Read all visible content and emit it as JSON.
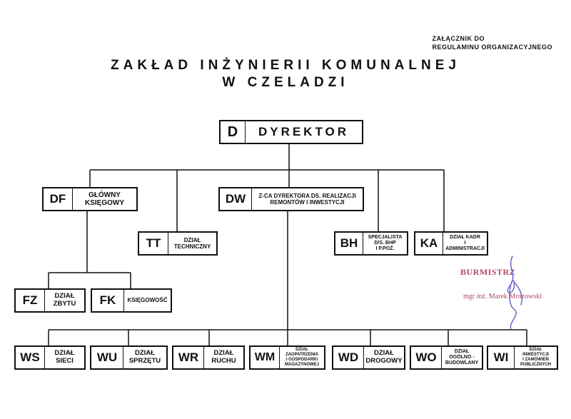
{
  "annex": {
    "line1": "ZAŁĄCZNIK DO",
    "line2": "REGULAMINU ORGANIZACYJNEGO"
  },
  "title": {
    "line1": "ZAKŁAD INŻYNIERII KOMUNALNEJ",
    "line2": "W CZELADZI"
  },
  "units": {
    "D": {
      "code": "D",
      "name": "DYREKTOR"
    },
    "DF": {
      "code": "DF",
      "name": [
        "GŁÓWNY",
        "KSIĘGOWY"
      ]
    },
    "DW": {
      "code": "DW",
      "name": [
        "Z-CA DYREKTORA DS. REALIZACJI",
        "REMONTÓW I INWESTYCJI"
      ]
    },
    "TT": {
      "code": "TT",
      "name": [
        "DZIAŁ",
        "TECHNICZNY"
      ]
    },
    "BH": {
      "code": "BH",
      "name": [
        "SPECJALISTA",
        "D/S. BHP",
        "I P.POŻ."
      ]
    },
    "KA": {
      "code": "KA",
      "name": [
        "DZIAŁ KADR",
        "I ADMINISTRACJI"
      ]
    },
    "FZ": {
      "code": "FZ",
      "name": [
        "DZIAŁ",
        "ZBYTU"
      ]
    },
    "FK": {
      "code": "FK",
      "name": [
        "KSIĘGOWOŚĆ"
      ]
    },
    "WS": {
      "code": "WS",
      "name": [
        "DZIAŁ",
        "SIECI"
      ]
    },
    "WU": {
      "code": "WU",
      "name": [
        "DZIAŁ",
        "SPRZĘTU"
      ]
    },
    "WR": {
      "code": "WR",
      "name": [
        "DZIAŁ",
        "RUCHU"
      ]
    },
    "WM": {
      "code": "WM",
      "name": [
        "DZIAŁ",
        "ZAOPATRZENIA",
        "I GOSPODARKI",
        "MAGAZYNOWEJ"
      ]
    },
    "WD": {
      "code": "WD",
      "name": [
        "DZIAŁ",
        "DROGOWY"
      ]
    },
    "WO": {
      "code": "WO",
      "name": [
        "DZIAŁ",
        "OGÓLNO -",
        "BUDOWLANY"
      ]
    },
    "WI": {
      "code": "WI",
      "name": [
        "DZIAŁ",
        "INWESTYCJI",
        "I ZAMÓWIEŃ",
        "PUBLICZNYCH"
      ]
    }
  },
  "stamp": {
    "title": "BURMISTRZ",
    "name": "mgr inż. Marek Mrozowski"
  },
  "colors": {
    "ink": "#111111",
    "stamp": "#b04a66",
    "signature": "#6a5acd"
  }
}
